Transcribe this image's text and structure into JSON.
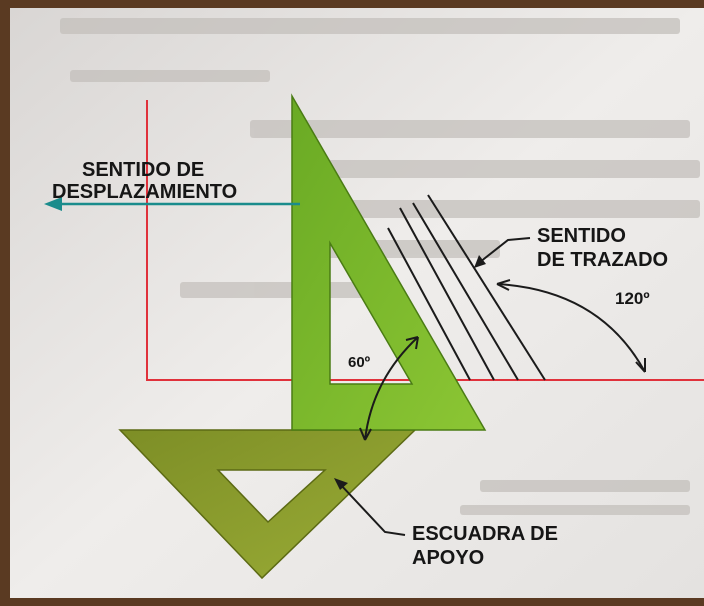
{
  "labels": {
    "displacement_line1": "SENTIDO DE",
    "displacement_line2": "DESPLAZAMIENTO",
    "trace_line1": "SENTIDO",
    "trace_line2": "DE TRAZADO",
    "angle_120": "120º",
    "angle_60": "60º",
    "support_line1": "ESCUADRA DE",
    "support_line2": "APOYO"
  },
  "icons": [
    "displacement-arrow-icon",
    "angle-arc-120-icon",
    "angle-arc-60-icon"
  ],
  "colors": {
    "border": "#5a3a22",
    "paper": "#ece9e6",
    "red_line": "#e0313b",
    "teal_arrow": "#1a8c8c",
    "set_square_green": "#75b629",
    "support_square_olive": "#8a9a2c",
    "dark_line": "#1b1b1b"
  }
}
